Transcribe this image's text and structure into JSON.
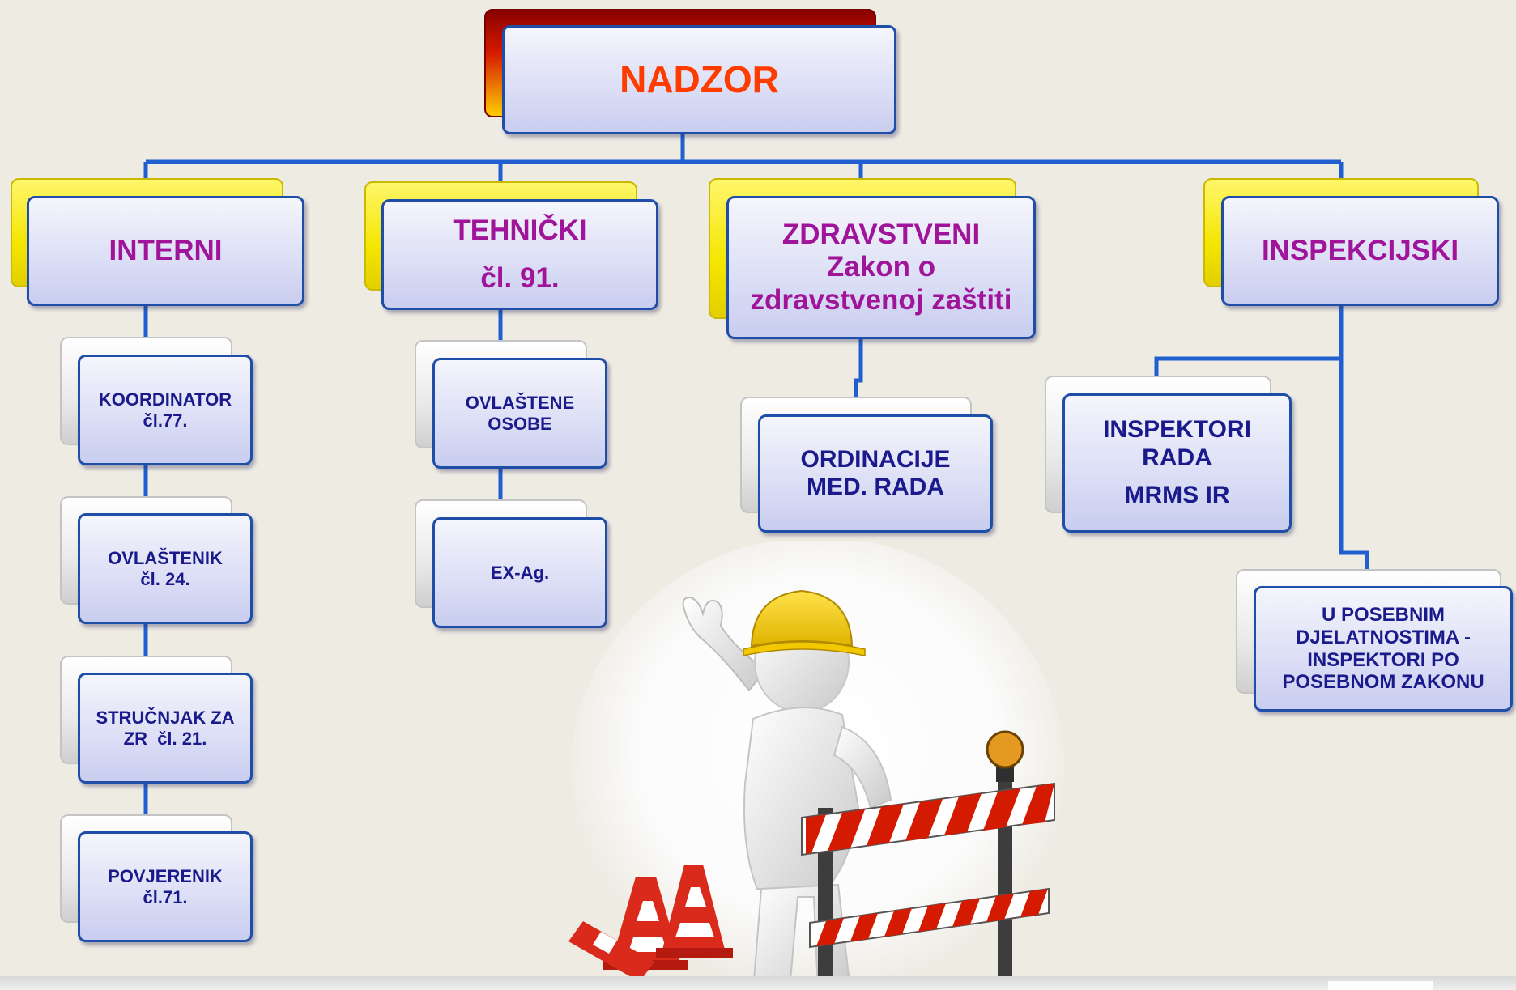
{
  "root": {
    "label": "NADZOR"
  },
  "categories": [
    {
      "id": "interni",
      "lines": [
        "INTERNI"
      ]
    },
    {
      "id": "tehnicki",
      "lines": [
        "TEHNIČKI",
        "čl. 91."
      ]
    },
    {
      "id": "zdravstveni",
      "lines": [
        "ZDRAVSTVENI",
        "Zakon o",
        "zdravstvenoj zaštiti"
      ]
    },
    {
      "id": "inspekcijski",
      "lines": [
        "INSPEKCIJSKI"
      ]
    }
  ],
  "interni_items": [
    {
      "lines": [
        "KOORDINATOR",
        "čl.77."
      ]
    },
    {
      "lines": [
        "OVLAŠTENIK",
        "čl. 24."
      ]
    },
    {
      "lines": [
        "STRUČNJAK ZA",
        "ZR  čl. 21."
      ]
    },
    {
      "lines": [
        "POVJERENIK",
        "čl.71."
      ]
    }
  ],
  "tehnicki_items": [
    {
      "lines": [
        "OVLAŠTENE",
        "OSOBE"
      ]
    },
    {
      "lines": [
        "EX-Ag."
      ]
    }
  ],
  "zdravstveni_items": [
    {
      "lines": [
        "ORDINACIJE",
        "MED. RADA"
      ]
    }
  ],
  "inspekcijski_items": [
    {
      "lines": [
        "INSPEKTORI",
        "RADA",
        "MRMS IR"
      ]
    },
    {
      "lines": [
        "U POSEBNIM",
        "DJELATNOSTIMA -",
        "INSPEKTORI PO",
        "POSEBNOM ZAKONU"
      ]
    }
  ],
  "colors": {
    "connector": "#1f5fd0",
    "root_text": "#ff3c00",
    "category_text": "#a0149a",
    "item_text": "#1a1a8c"
  },
  "illustration": {
    "icon": "construction-worker-barrier-icon"
  }
}
